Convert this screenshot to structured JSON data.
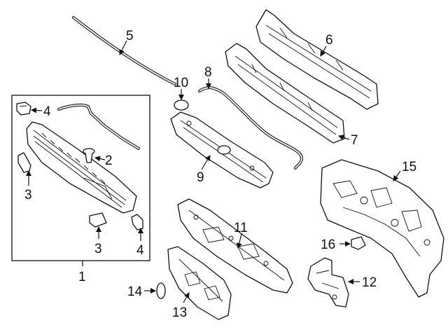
{
  "callouts": {
    "c1": "1",
    "c2": "2",
    "c3a": "3",
    "c3b": "3",
    "c4a": "4",
    "c4b": "4",
    "c5": "5",
    "c6": "6",
    "c7": "7",
    "c8": "8",
    "c9": "9",
    "c10": "10",
    "c11": "11",
    "c12": "12",
    "c13": "13",
    "c14": "14",
    "c15": "15",
    "c16": "16"
  },
  "colors": {
    "line": "#111111",
    "background": "#ffffff"
  }
}
